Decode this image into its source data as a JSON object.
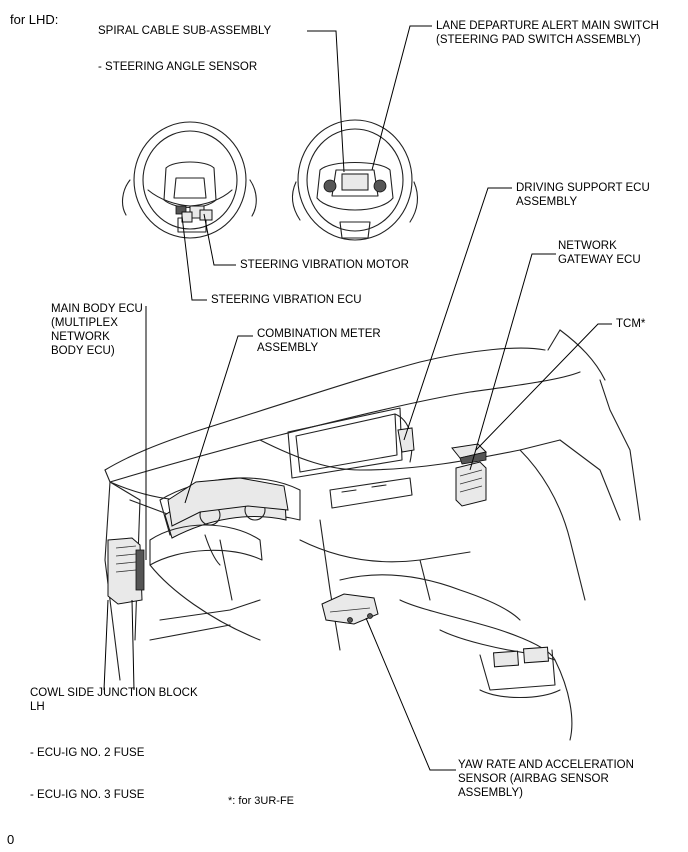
{
  "header": {
    "variant": "for LHD:"
  },
  "labels": {
    "spiral_cable": "SPIRAL CABLE SUB-ASSEMBLY",
    "steering_angle_sensor": "- STEERING ANGLE SENSOR",
    "lane_departure_line1": "LANE DEPARTURE ALERT MAIN SWITCH",
    "lane_departure_line2": "(STEERING PAD SWITCH ASSEMBLY)",
    "driving_support_line1": "DRIVING SUPPORT ECU",
    "driving_support_line2": "ASSEMBLY",
    "network_gateway_line1": "NETWORK",
    "network_gateway_line2": "GATEWAY ECU",
    "steering_vibration_motor": "STEERING VIBRATION MOTOR",
    "steering_vibration_ecu": "STEERING VIBRATION ECU",
    "main_body_line1": "MAIN BODY ECU",
    "main_body_line2": "(MULTIPLEX",
    "main_body_line3": "NETWORK",
    "main_body_line4": "BODY ECU)",
    "combination_meter_line1": "COMBINATION METER",
    "combination_meter_line2": "ASSEMBLY",
    "tcm": "TCM*",
    "cowl_side_line1": "COWL SIDE JUNCTION BLOCK",
    "cowl_side_line2": "LH",
    "ecu_ig2": "- ECU-IG NO. 2 FUSE",
    "ecu_ig3": "- ECU-IG NO. 3 FUSE",
    "footnote": "*: for 3UR-FE",
    "yaw_rate_line1": "YAW RATE AND ACCELERATION",
    "yaw_rate_line2": "SENSOR (AIRBAG SENSOR",
    "yaw_rate_line3": "ASSEMBLY)",
    "figure_mark": "0"
  }
}
